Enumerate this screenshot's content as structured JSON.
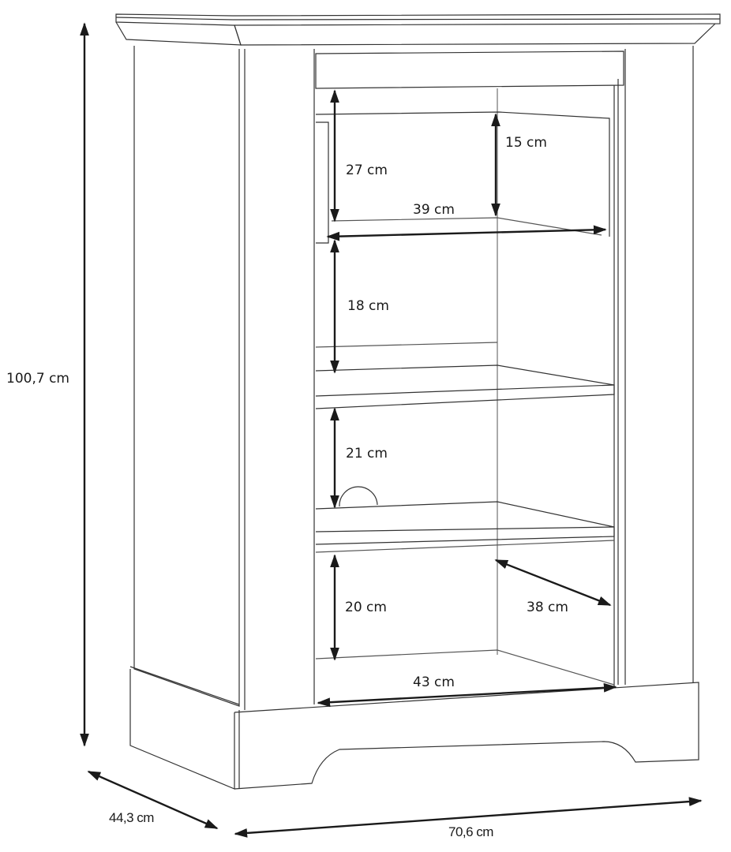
{
  "diagram": {
    "subject": "Display cabinet with glass door, technical dimension drawing",
    "line_color": "#1a1a1a",
    "thin_line_color": "#555555",
    "background": "#ffffff"
  },
  "overall_dimensions": {
    "height": "100,7 cm",
    "depth": "44,3 cm",
    "width": "70,6 cm"
  },
  "interior_dimensions": {
    "top_compartment_height": "27 cm",
    "top_back_recess_height": "15 cm",
    "glass_shelf_width": "39 cm",
    "second_compartment_height": "18 cm",
    "third_compartment_height": "21 cm",
    "bottom_compartment_height": "20 cm",
    "interior_depth": "38 cm",
    "bottom_width": "43 cm"
  }
}
